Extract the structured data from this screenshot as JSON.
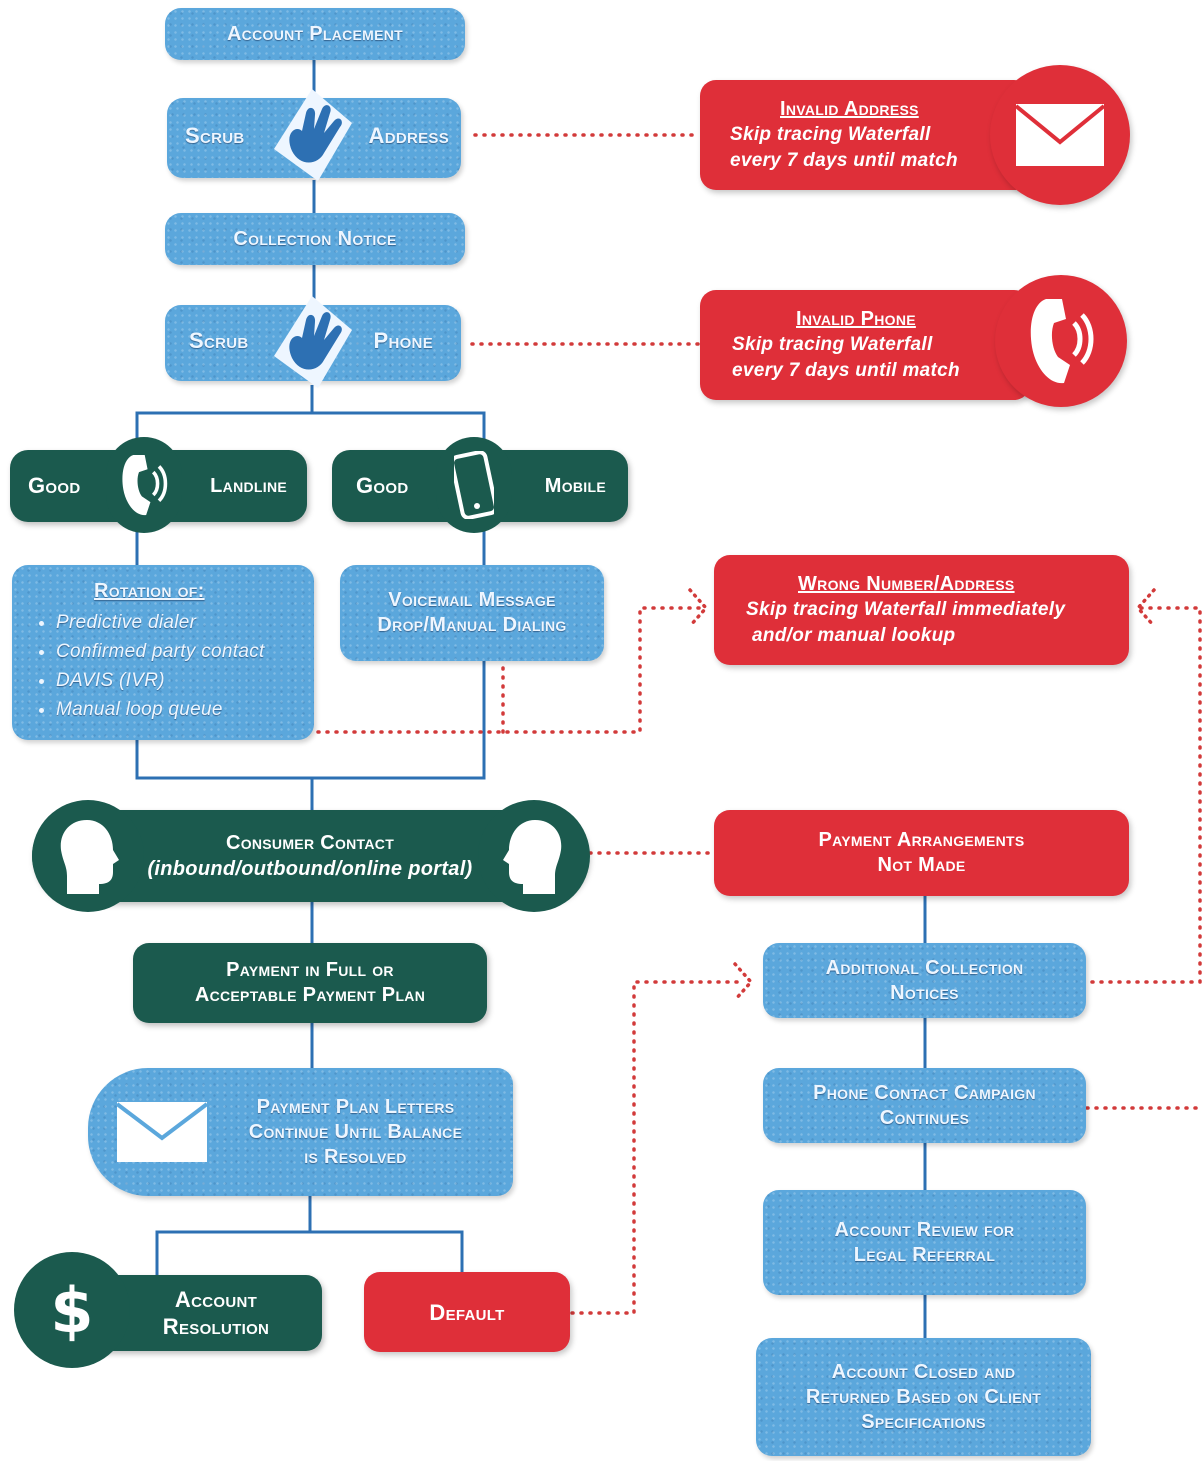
{
  "flow": {
    "account_placement": "Account Placement",
    "scrub_address": {
      "left": "Scrub",
      "right": "Address"
    },
    "collection_notice": "Collection Notice",
    "scrub_phone": {
      "left": "Scrub",
      "right": "Phone"
    },
    "good_landline": {
      "left": "Good",
      "right": "Landline"
    },
    "good_mobile": {
      "left": "Good",
      "right": "Mobile"
    },
    "rotation": {
      "heading": "Rotation of:",
      "items": [
        "Predictive dialer",
        "Confirmed party contact",
        "DAVIS (IVR)",
        "Manual loop queue"
      ]
    },
    "voicemail": {
      "line1": "Voicemail Message",
      "line2": "Drop/Manual Dialing"
    },
    "consumer_contact": {
      "line1": "Consumer Contact",
      "line2": "(inbound/outbound/online portal)"
    },
    "payment_full": {
      "line1": "Payment in Full or",
      "line2": "Acceptable Payment Plan"
    },
    "payment_letters": {
      "line1": "Payment Plan Letters",
      "line2": "Continue Until Balance",
      "line3": "is Resolved"
    },
    "account_resolution": {
      "line1": "Account",
      "line2": "Resolution",
      "symbol": "$"
    },
    "default": "Default"
  },
  "side": {
    "invalid_address": {
      "title": "Invalid Address",
      "line1": "Skip tracing Waterfall",
      "line2": "every 7 days until match"
    },
    "invalid_phone": {
      "title": "Invalid Phone",
      "line1": "Skip tracing Waterfall",
      "line2": "every 7 days until match"
    },
    "wrong_number": {
      "title": "Wrong Number/Address",
      "line1": "Skip tracing Waterfall immediately",
      "line2": "and/or manual lookup"
    },
    "not_made": {
      "line1": "Payment Arrangements",
      "line2": "Not Made"
    },
    "additional_notices": {
      "line1": "Additional Collection",
      "line2": "Notices"
    },
    "phone_campaign": {
      "line1": "Phone Contact Campaign",
      "line2": "Continues"
    },
    "legal_review": {
      "line1": "Account Review for",
      "line2": "Legal Referral"
    },
    "account_closed": {
      "line1": "Account Closed and",
      "line2": "Returned Based on Client",
      "line3": "Specifications"
    }
  },
  "colors": {
    "light_blue": "#5ba7dc",
    "dark_green": "#1b5a4e",
    "red": "#df2f39",
    "connector_blue": "#2d70b3",
    "dotted_red": "#d23a3a"
  },
  "icons": [
    "hand-wipe-icon",
    "envelope-icon",
    "phone-icon",
    "mobile-phone-icon",
    "head-silhouette-icon",
    "dollar-icon"
  ]
}
